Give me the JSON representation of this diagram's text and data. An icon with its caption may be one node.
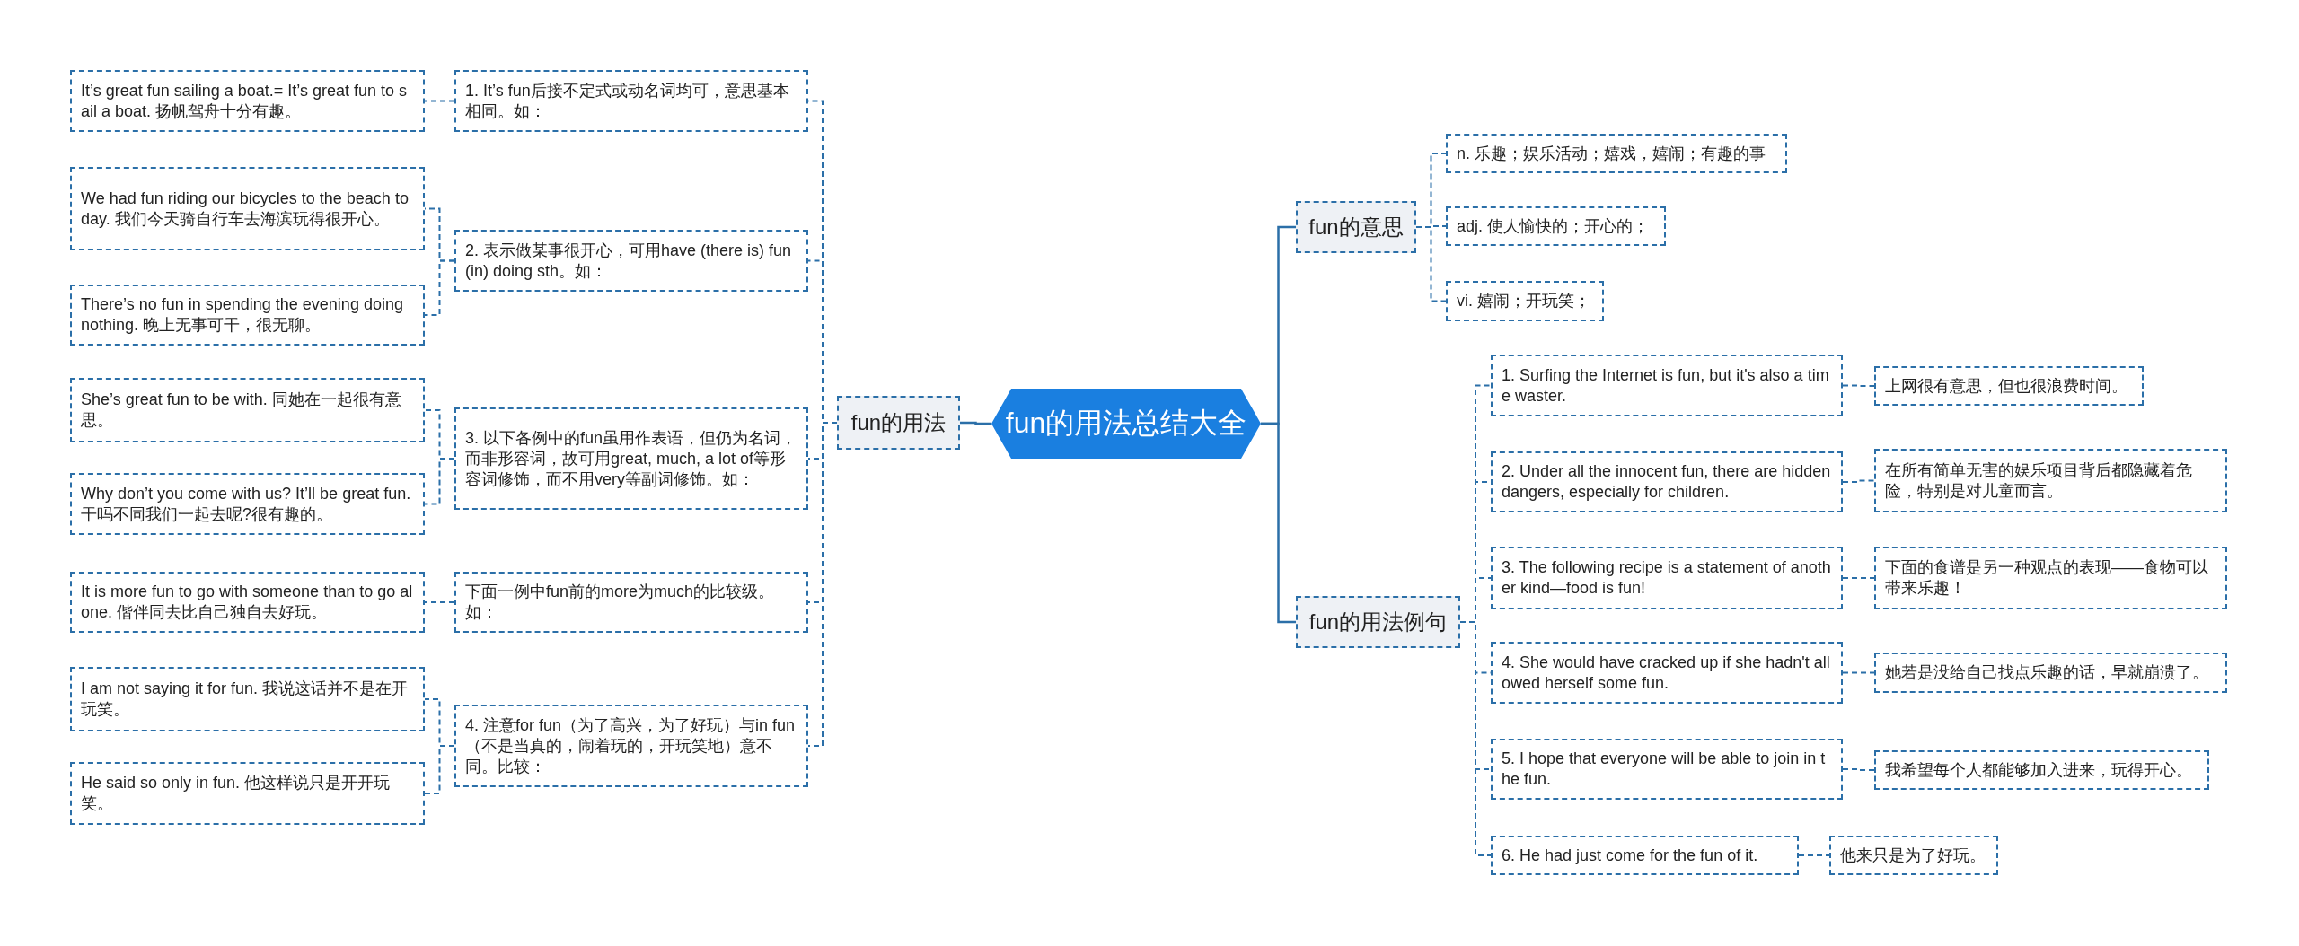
{
  "diagram": {
    "nodes": [
      {
        "text": [
          "fun的用法总结大全"
        ]
      },
      {
        "text": [
          "fun的用法"
        ]
      },
      {
        "text": [
          "1. It’s fun后接不定式或动名词均可，意思基本相同。如："
        ]
      },
      {
        "text": [
          "It’s great fun sailing a boat.= It’s great fun to sail a boat. 扬帆驾舟十分有趣。"
        ]
      },
      {
        "text": [
          "2. 表示做某事很开心，可用have (there is) fun (in) doing sth。如："
        ]
      },
      {
        "text": [
          "We had fun riding our bicycles to the beach today. 我们今天骑自行车去海滨玩得很开心。"
        ]
      },
      {
        "text": [
          "There’s no fun in spending the evening doing nothing. 晚上无事可干，很无聊。"
        ]
      },
      {
        "text": [
          "3. 以下各例中的fun虽用作表语，但仍为名词，而非形容词，故可用great, much, a lot of等形容词修饰，而不用very等副词修饰。如："
        ]
      },
      {
        "text": [
          "She’s great fun to be with. 同她在一起很有意思。"
        ]
      },
      {
        "text": [
          "Why don’t you come with us? It’ll be great fun. 干吗不同我们一起去呢?很有趣的。"
        ]
      },
      {
        "text": [
          "下面一例中fun前的more为much的比较级。如："
        ]
      },
      {
        "text": [
          "It is more fun to go with someone than to go alone. 偕伴同去比自己独自去好玩。"
        ]
      },
      {
        "text": [
          "4. 注意for fun（为了高兴，为了好玩）与in fun（不是当真的，闹着玩的，开玩笑地）意不同。比较："
        ]
      },
      {
        "text": [
          "I am not saying it for fun. 我说这话并不是在开玩笑。"
        ]
      },
      {
        "text": [
          "He said so only in fun. 他这样说只是开开玩笑。"
        ]
      },
      {
        "text": [
          "fun的意思"
        ]
      },
      {
        "text": [
          "n. 乐趣；娱乐活动；嬉戏，嬉闹；有趣的事"
        ]
      },
      {
        "text": [
          "adj. 使人愉快的；开心的；"
        ]
      },
      {
        "text": [
          "vi. 嬉闹；开玩笑；"
        ]
      },
      {
        "text": [
          "fun的用法例句"
        ]
      },
      {
        "text": [
          "1. Surfing the Internet is fun, but it's also a time waster."
        ]
      },
      {
        "text": [
          "上网很有意思，但也很浪费时间。"
        ]
      },
      {
        "text": [
          "2. Under all the innocent fun, there are hidden dangers, especially for children."
        ]
      },
      {
        "text": [
          "在所有简单无害的娱乐项目背后都隐藏着危险，特别是对儿童而言。"
        ]
      },
      {
        "text": [
          "3. The following recipe is a statement of another kind—food is fun!"
        ]
      },
      {
        "text": [
          "下面的食谱是另一种观点的表现——食物可以带来乐趣！"
        ]
      },
      {
        "text": [
          "4. She would have cracked up if she hadn't allowed herself some fun."
        ]
      },
      {
        "text": [
          "她若是没给自己找点乐趣的话，早就崩溃了。"
        ]
      },
      {
        "text": [
          "5. I hope that everyone will be able to join in the fun."
        ]
      },
      {
        "text": [
          "我希望每个人都能够加入进来，玩得开心。"
        ]
      },
      {
        "text": [
          "6. He had just come for the fun of it."
        ]
      },
      {
        "text": [
          "他来只是为了好玩。"
        ]
      }
    ],
    "edges": [
      {
        "from": 0,
        "to": 1,
        "arrow": "none"
      },
      {
        "from": 1,
        "to": 2,
        "arrow": "none",
        "style": "dashed"
      },
      {
        "from": 2,
        "to": 3,
        "arrow": "none",
        "style": "dashed"
      },
      {
        "from": 1,
        "to": 4,
        "arrow": "none",
        "style": "dashed"
      },
      {
        "from": 4,
        "to": 5,
        "arrow": "none",
        "style": "dashed"
      },
      {
        "from": 4,
        "to": 6,
        "arrow": "none",
        "style": "dashed"
      },
      {
        "from": 1,
        "to": 7,
        "arrow": "none",
        "style": "dashed"
      },
      {
        "from": 7,
        "to": 8,
        "arrow": "none",
        "style": "dashed"
      },
      {
        "from": 7,
        "to": 9,
        "arrow": "none",
        "style": "dashed"
      },
      {
        "from": 1,
        "to": 10,
        "arrow": "none",
        "style": "dashed"
      },
      {
        "from": 10,
        "to": 11,
        "arrow": "none",
        "style": "dashed"
      },
      {
        "from": 1,
        "to": 12,
        "arrow": "none",
        "style": "dashed"
      },
      {
        "from": 12,
        "to": 13,
        "arrow": "none",
        "style": "dashed"
      },
      {
        "from": 12,
        "to": 14,
        "arrow": "none",
        "style": "dashed"
      },
      {
        "from": 0,
        "to": 15,
        "arrow": "none"
      },
      {
        "from": 15,
        "to": 16,
        "arrow": "none",
        "style": "dashed"
      },
      {
        "from": 15,
        "to": 17,
        "arrow": "none",
        "style": "dashed"
      },
      {
        "from": 15,
        "to": 18,
        "arrow": "none",
        "style": "dashed"
      },
      {
        "from": 0,
        "to": 19,
        "arrow": "none"
      },
      {
        "from": 19,
        "to": 20,
        "arrow": "none",
        "style": "dashed"
      },
      {
        "from": 20,
        "to": 21,
        "arrow": "none",
        "style": "dashed"
      },
      {
        "from": 19,
        "to": 22,
        "arrow": "none",
        "style": "dashed"
      },
      {
        "from": 22,
        "to": 23,
        "arrow": "none",
        "style": "dashed"
      },
      {
        "from": 19,
        "to": 24,
        "arrow": "none",
        "style": "dashed"
      },
      {
        "from": 24,
        "to": 25,
        "arrow": "none",
        "style": "dashed"
      },
      {
        "from": 19,
        "to": 26,
        "arrow": "none",
        "style": "dashed"
      },
      {
        "from": 26,
        "to": 27,
        "arrow": "none",
        "style": "dashed"
      },
      {
        "from": 19,
        "to": 28,
        "arrow": "none",
        "style": "dashed"
      },
      {
        "from": 28,
        "to": 29,
        "arrow": "none",
        "style": "dashed"
      },
      {
        "from": 19,
        "to": 30,
        "arrow": "none",
        "style": "dashed"
      },
      {
        "from": 30,
        "to": 31,
        "arrow": "none",
        "style": "dashed"
      }
    ]
  }
}
